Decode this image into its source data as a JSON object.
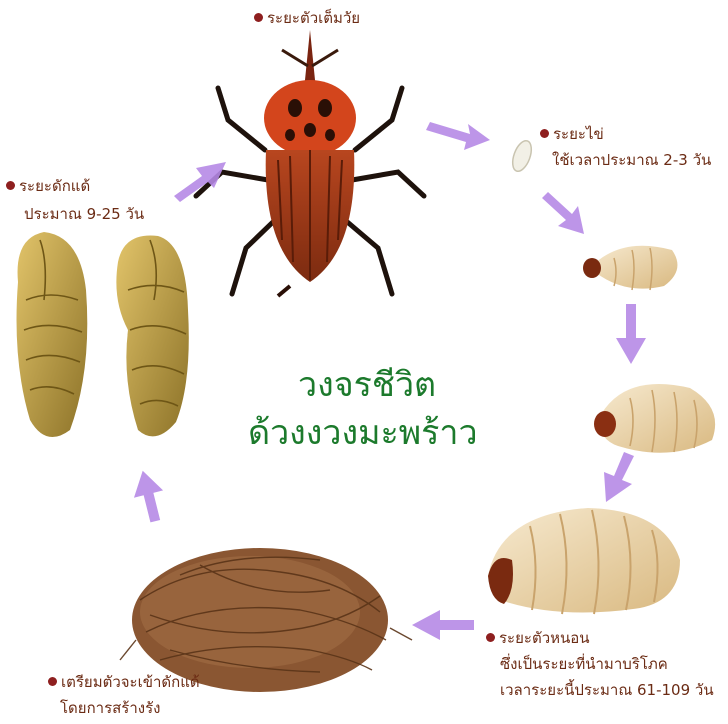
{
  "title": {
    "line1": "วงจรชีวิต",
    "line2": "ด้วงงวงมะพร้าว"
  },
  "stages": {
    "adult": {
      "label": "ระยะตัวเต็มวัย"
    },
    "egg": {
      "label": "ระยะไข่",
      "detail": "ใช้เวลาประมาณ 2-3 วัน"
    },
    "larva": {
      "label": "ระยะตัวหนอน",
      "detail1": "ซึ่งเป็นระยะที่นำมาบริโภค",
      "detail2": "เวลาระยะนี้ประมาณ 61-109 วัน"
    },
    "cocoon": {
      "label": "เตรียมตัวจะเข้าดักแด้",
      "detail": "โดยการสร้างรัง"
    },
    "pupa": {
      "label": "ระยะดักแด้",
      "detail": "ประมาณ 9-25 วัน"
    }
  },
  "colors": {
    "title": "#1c7a2c",
    "label_text": "#6b2b14",
    "bullet": "#8e1f1f",
    "arrow": "#b68ae6",
    "beetle_body": "#c23b18",
    "larva": "#efd9a8",
    "cocoon": "#7a4a2a",
    "pupa": "#c8a748"
  }
}
